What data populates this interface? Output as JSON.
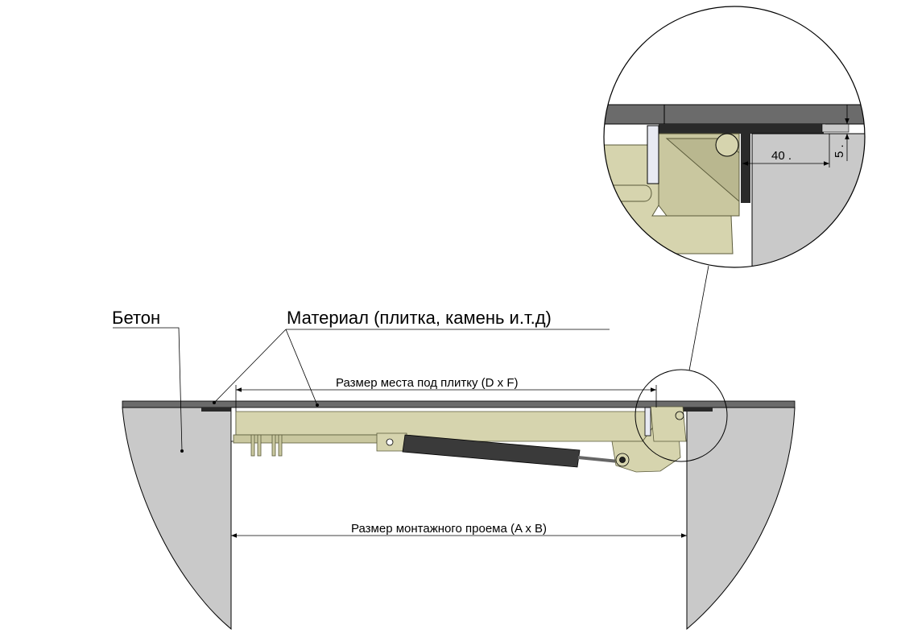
{
  "labels": {
    "concrete": "Бетон",
    "material": "Материал (плитка, камень и.т.д)",
    "tile_space": "Размер места под плитку (D x F)",
    "opening": "Размер монтажного проема (A x B)",
    "detail_width": "40 .",
    "detail_depth": "5 ."
  },
  "colors": {
    "concrete": "#c9c9c9",
    "frame": "#d6d4ae",
    "frame_dark": "#b9b78f",
    "tile": "#6b6b6b",
    "tile_dark": "#2a2a2a",
    "spring": "#3a3a3a",
    "line": "#000000",
    "white": "#ffffff"
  }
}
